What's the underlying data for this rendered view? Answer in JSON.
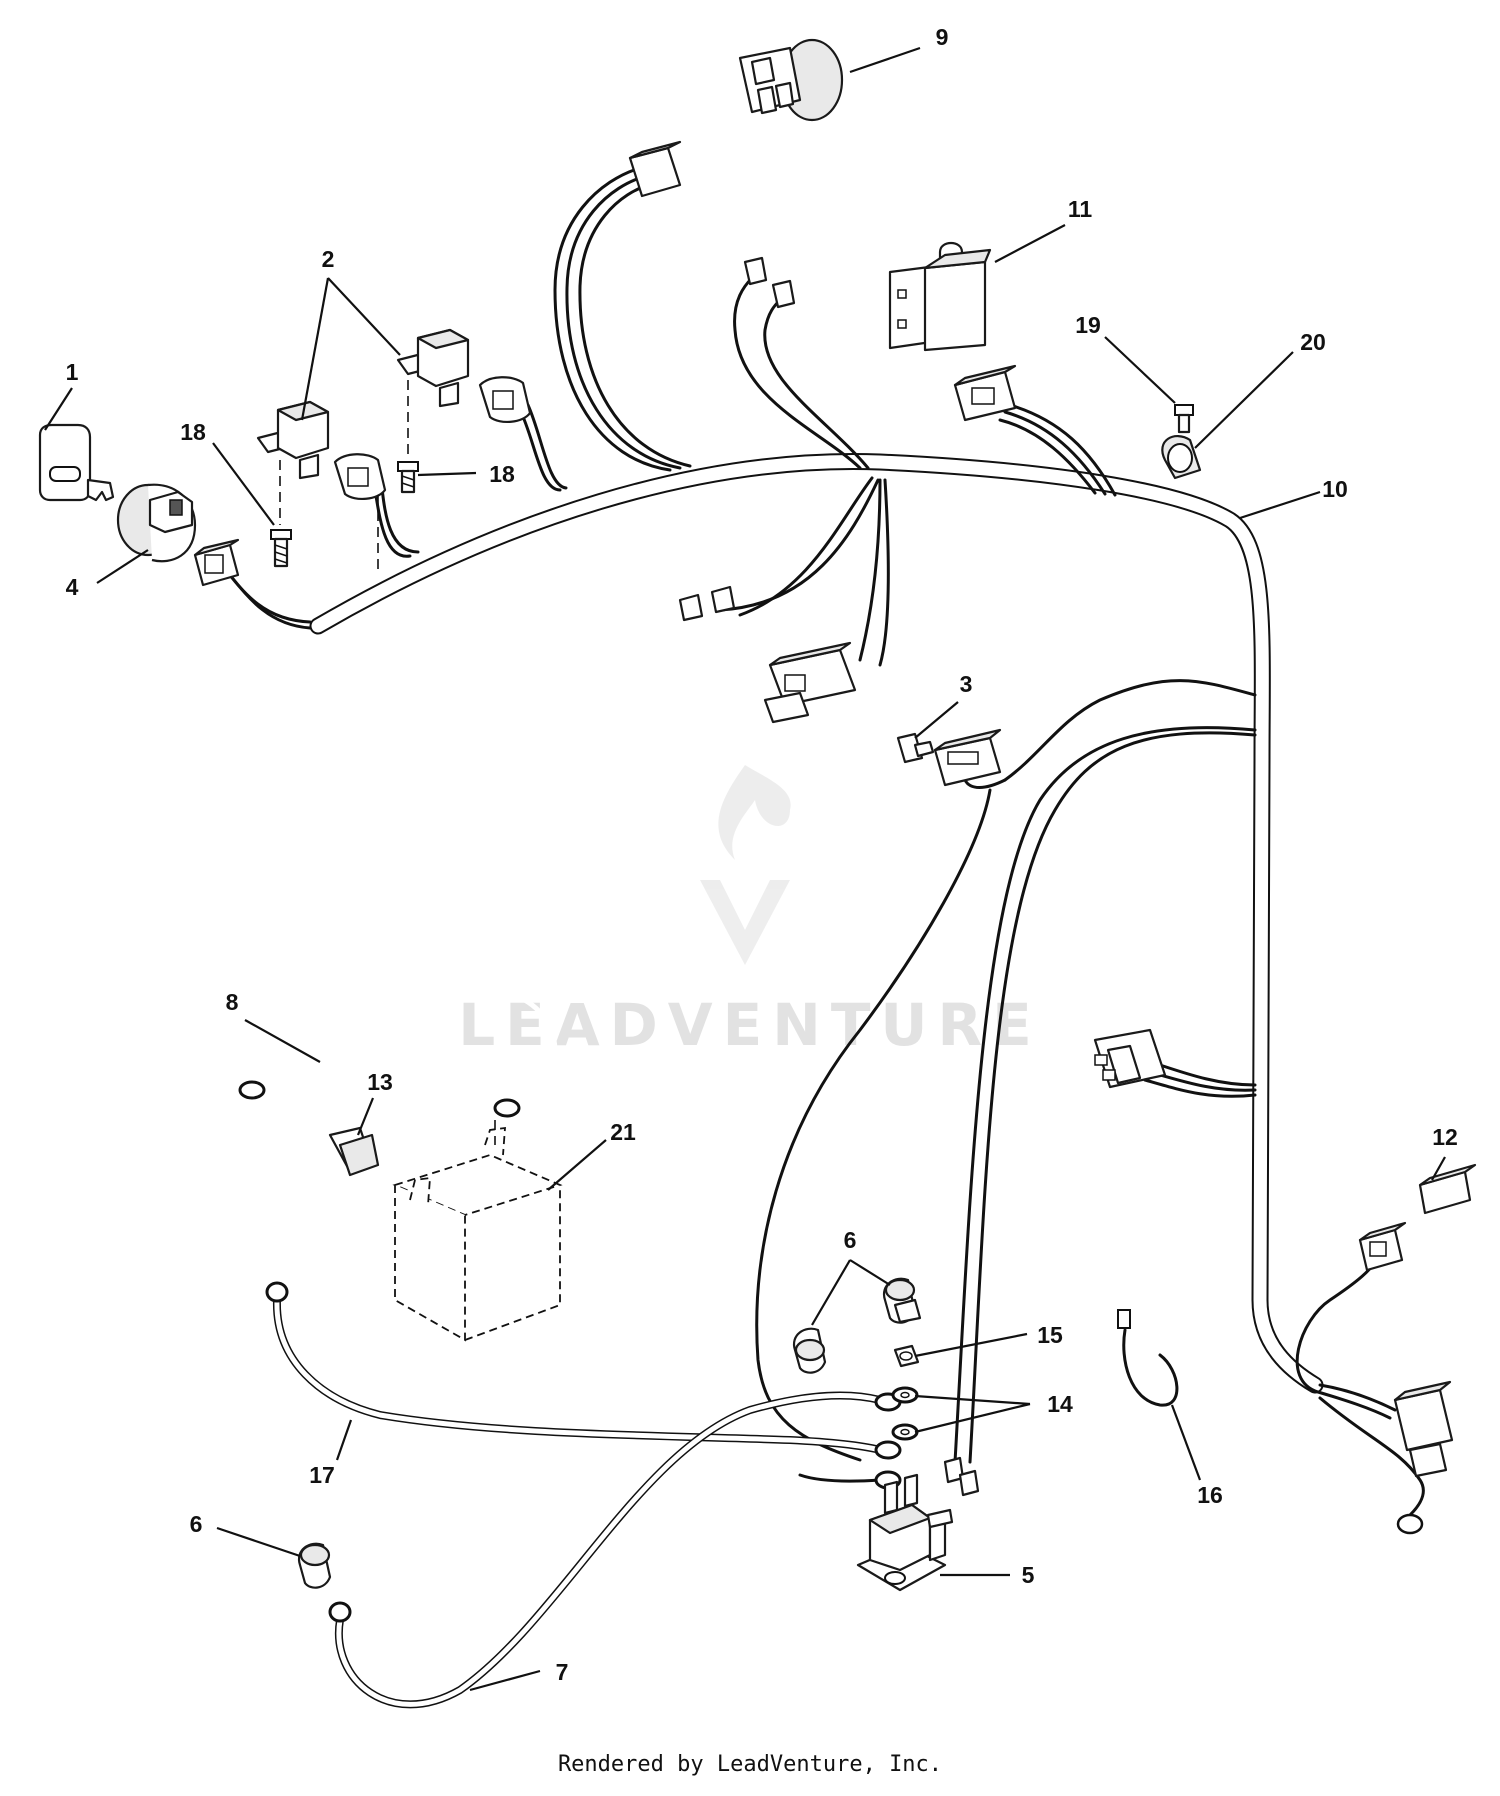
{
  "callouts": {
    "c1": "1",
    "c2": "2",
    "c3": "3",
    "c4": "4",
    "c5": "5",
    "c6a": "6",
    "c6b": "6",
    "c7": "7",
    "c8": "8",
    "c9": "9",
    "c10": "10",
    "c11": "11",
    "c12": "12",
    "c13": "13",
    "c14": "14",
    "c15": "15",
    "c16": "16",
    "c17": "17",
    "c18a": "18",
    "c18b": "18",
    "c19": "19",
    "c20": "20",
    "c21": "21"
  },
  "watermark": "LEADVENTURE",
  "footer": "Rendered by LeadVenture, Inc."
}
